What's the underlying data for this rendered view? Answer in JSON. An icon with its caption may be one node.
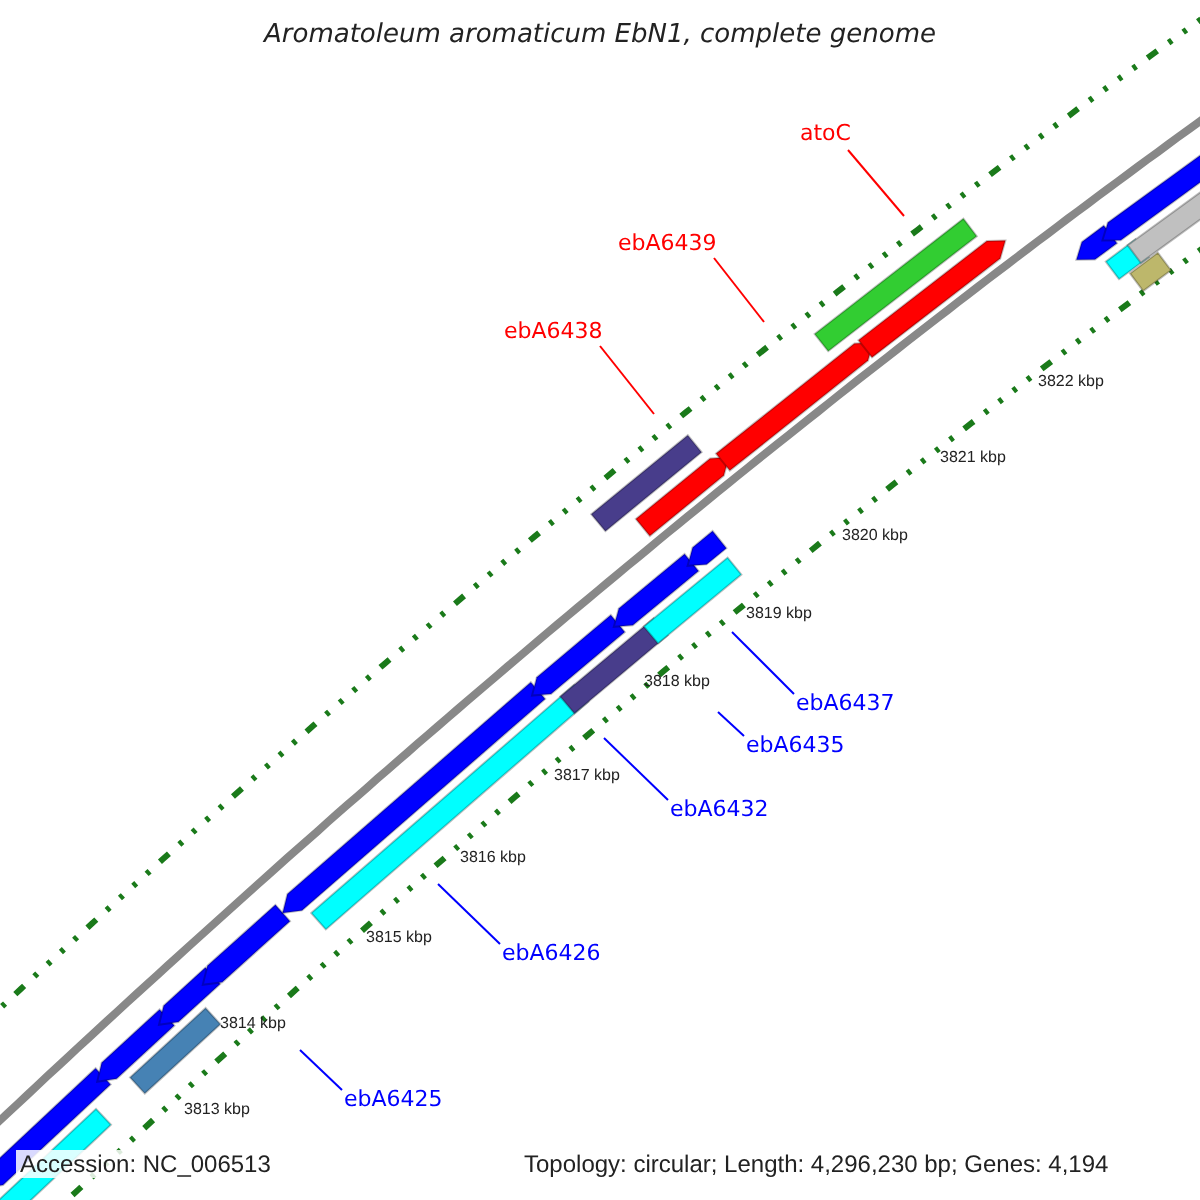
{
  "diagram": {
    "title": "Aromatoleum aromaticum EbN1, complete genome",
    "nodes": [
      {
        "text": [
          "atoC"
        ]
      },
      {
        "text": [
          "ebA6439"
        ]
      },
      {
        "text": [
          "ebA6438"
        ]
      },
      {
        "text": [
          "ebA6437"
        ]
      },
      {
        "text": [
          "ebA6435"
        ]
      },
      {
        "text": [
          "ebA6432"
        ]
      },
      {
        "text": [
          "ebA6426"
        ]
      },
      {
        "text": [
          "ebA6425"
        ]
      }
    ],
    "edges": [
      {
        "from": 0,
        "to": null,
        "arrow": "none",
        "color": "#ff0000"
      },
      {
        "from": 1,
        "to": null,
        "arrow": "none",
        "color": "#ff0000"
      },
      {
        "from": 2,
        "to": null,
        "arrow": "none",
        "color": "#ff0000"
      },
      {
        "from": 3,
        "to": null,
        "arrow": "none"
      },
      {
        "from": 4,
        "to": null,
        "arrow": "none"
      },
      {
        "from": 5,
        "to": null,
        "arrow": "none"
      },
      {
        "from": 6,
        "to": null,
        "arrow": "none"
      },
      {
        "from": 7,
        "to": null,
        "arrow": "none"
      }
    ],
    "labels": [
      "3822 kbp",
      "3821 kbp",
      "3820 kbp",
      "3819 kbp",
      "3818 kbp",
      "3817 kbp",
      "3816 kbp",
      "3815 kbp",
      "3814 kbp",
      "3813 kbp",
      "Accession: NC_006513",
      "Topology: circular; Length: 4,296,230 bp; Genes: 4,194"
    ]
  }
}
